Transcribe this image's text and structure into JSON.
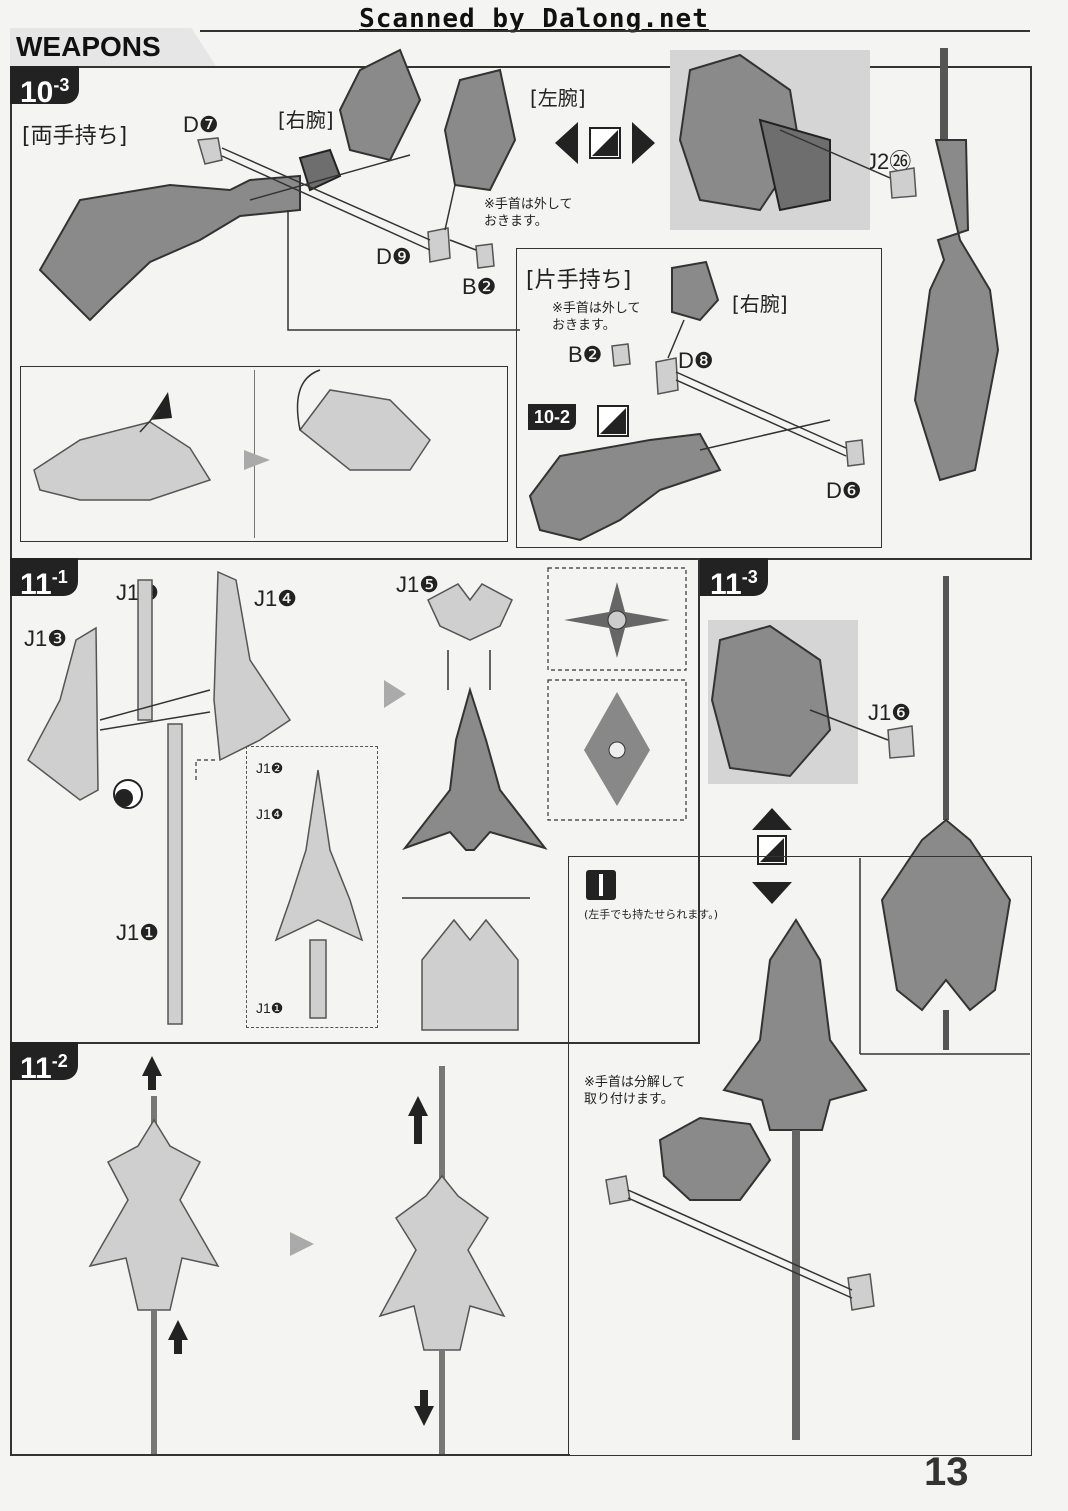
{
  "watermark": "Scanned by Dalong.net",
  "section_title": "WEAPONS",
  "page_number": "13",
  "steps": {
    "s10_3": {
      "num": "10",
      "sub": "-3"
    },
    "s11_1": {
      "num": "11",
      "sub": "-1"
    },
    "s11_2": {
      "num": "11",
      "sub": "-2"
    },
    "s11_3": {
      "num": "11",
      "sub": "-3"
    },
    "ref10_2": "10-2"
  },
  "labels": {
    "both_hands": "[両手持ち]",
    "one_hand": "[片手持ち]",
    "right_arm_1": "[右腕]",
    "right_arm_2": "[右腕]",
    "left_arm": "[左腕]",
    "d7": "D❼",
    "d9": "D❾",
    "b2_a": "B❷",
    "b2_b": "B❷",
    "d8": "D❽",
    "d6": "D❻",
    "j2_26": "J2㉖",
    "j1_2": "J1❷",
    "j1_4": "J1❹",
    "j1_3": "J1❸",
    "j1_1": "J1❶",
    "j1_5": "J1❺",
    "j1_6": "J1❻",
    "detail_j1_2": "J1❷",
    "detail_j1_4": "J1❹",
    "detail_j1_1": "J1❶"
  },
  "notes": {
    "wrist_remove_1": "※手首は外して\nおきます。",
    "wrist_remove_2": "※手首は外して\nおきます。",
    "left_hand": "(左手でも持たせられます。)",
    "wrist_disassemble": "※手首は分解して\n取り付けます。"
  },
  "colors": {
    "part": "#8a8a8a",
    "part_light": "#cfcfcf",
    "ink": "#222222"
  }
}
